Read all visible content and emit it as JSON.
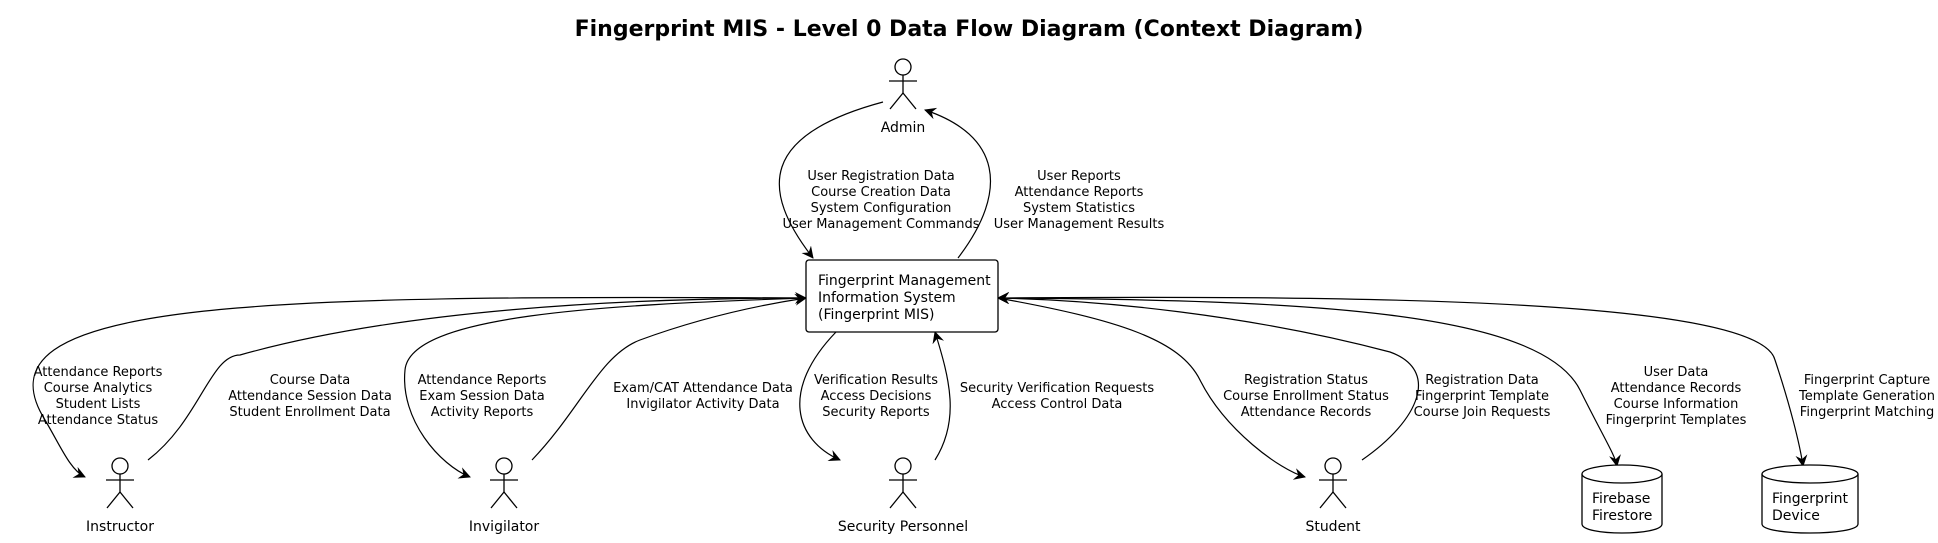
{
  "title": "Fingerprint MIS - Level 0 Data Flow Diagram (Context Diagram)",
  "system": {
    "lines": [
      "Fingerprint Management",
      "Information System",
      "(Fingerprint MIS)"
    ]
  },
  "actors": {
    "admin": "Admin",
    "instructor": "Instructor",
    "invigilator": "Invigilator",
    "security": "Security Personnel",
    "student": "Student"
  },
  "stores": {
    "firebase": [
      "Firebase",
      "Firestore"
    ],
    "device": [
      "Fingerprint",
      "Device"
    ]
  },
  "flows": {
    "admin_in": [
      "User Registration Data",
      "Course Creation Data",
      "System Configuration",
      "User Management Commands"
    ],
    "admin_out": [
      "User Reports",
      "Attendance Reports",
      "System Statistics",
      "User Management Results"
    ],
    "instructor_out": [
      "Attendance Reports",
      "Course Analytics",
      "Student Lists",
      "Attendance Status"
    ],
    "instructor_in": [
      "Course Data",
      "Attendance Session Data",
      "Student Enrollment Data"
    ],
    "invigilator_out": [
      "Attendance Reports",
      "Exam Session Data",
      "Activity Reports"
    ],
    "invigilator_in": [
      "Exam/CAT Attendance Data",
      "Invigilator Activity Data"
    ],
    "security_out": [
      "Verification Results",
      "Access Decisions",
      "Security Reports"
    ],
    "security_in": [
      "Security Verification Requests",
      "Access Control Data"
    ],
    "student_out": [
      "Registration Status",
      "Course Enrollment Status",
      "Attendance Records"
    ],
    "student_in": [
      "Registration Data",
      "Fingerprint Template",
      "Course Join Requests"
    ],
    "firebase": [
      "User Data",
      "Attendance Records",
      "Course Information",
      "Fingerprint Templates"
    ],
    "device": [
      "Fingerprint Capture",
      "Template Generation",
      "Fingerprint Matching"
    ]
  }
}
